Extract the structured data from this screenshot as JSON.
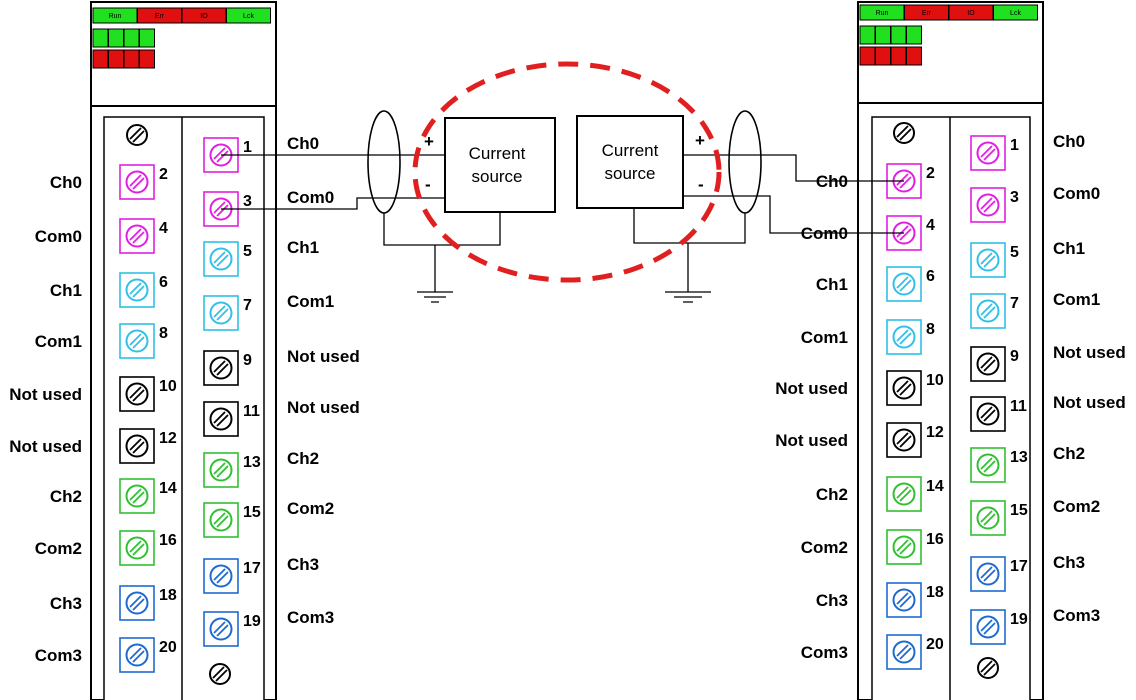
{
  "colors": {
    "ch0": "#e020e0",
    "ch1": "#30c0e8",
    "unused": "#000000",
    "ch2": "#30c030",
    "ch3": "#1e6ad0",
    "led_green": "#20e020",
    "led_red": "#e01010",
    "highlight": "#e02020"
  },
  "icons": [
    "screw-terminal-icon",
    "ground-symbol-icon",
    "shield-ellipse-icon"
  ],
  "module_left": {
    "leds": [
      "Run",
      "Err",
      "IO",
      "Lck"
    ],
    "inner_column": [
      {
        "num": "2",
        "label": "Ch0",
        "color": "ch0"
      },
      {
        "num": "4",
        "label": "Com0",
        "color": "ch0"
      },
      {
        "num": "6",
        "label": "Ch1",
        "color": "ch1"
      },
      {
        "num": "8",
        "label": "Com1",
        "color": "ch1"
      },
      {
        "num": "10",
        "label": "Not used",
        "color": "unused"
      },
      {
        "num": "12",
        "label": "Not used",
        "color": "unused"
      },
      {
        "num": "14",
        "label": "Ch2",
        "color": "ch2"
      },
      {
        "num": "16",
        "label": "Com2",
        "color": "ch2"
      },
      {
        "num": "18",
        "label": "Ch3",
        "color": "ch3"
      },
      {
        "num": "20",
        "label": "Com3",
        "color": "ch3"
      }
    ],
    "outer_column": [
      {
        "num": "1",
        "label": "Ch0",
        "color": "ch0"
      },
      {
        "num": "3",
        "label": "Com0",
        "color": "ch0"
      },
      {
        "num": "5",
        "label": "Ch1",
        "color": "ch1"
      },
      {
        "num": "7",
        "label": "Com1",
        "color": "ch1"
      },
      {
        "num": "9",
        "label": "Not used",
        "color": "unused"
      },
      {
        "num": "11",
        "label": "Not used",
        "color": "unused"
      },
      {
        "num": "13",
        "label": "Ch2",
        "color": "ch2"
      },
      {
        "num": "15",
        "label": "Com2",
        "color": "ch2"
      },
      {
        "num": "17",
        "label": "Ch3",
        "color": "ch3"
      },
      {
        "num": "19",
        "label": "Com3",
        "color": "ch3"
      }
    ]
  },
  "module_right": {
    "leds": [
      "Run",
      "Err",
      "IO",
      "Lck"
    ],
    "inner_column": [
      {
        "num": "2",
        "label": "Ch0",
        "color": "ch0"
      },
      {
        "num": "4",
        "label": "Com0",
        "color": "ch0"
      },
      {
        "num": "6",
        "label": "Ch1",
        "color": "ch1"
      },
      {
        "num": "8",
        "label": "Com1",
        "color": "ch1"
      },
      {
        "num": "10",
        "label": "Not used",
        "color": "unused"
      },
      {
        "num": "12",
        "label": "Not used",
        "color": "unused"
      },
      {
        "num": "14",
        "label": "Ch2",
        "color": "ch2"
      },
      {
        "num": "16",
        "label": "Com2",
        "color": "ch2"
      },
      {
        "num": "18",
        "label": "Ch3",
        "color": "ch3"
      },
      {
        "num": "20",
        "label": "Com3",
        "color": "ch3"
      }
    ],
    "outer_column": [
      {
        "num": "1",
        "label": "Ch0",
        "color": "ch0"
      },
      {
        "num": "3",
        "label": "Com0",
        "color": "ch0"
      },
      {
        "num": "5",
        "label": "Ch1",
        "color": "ch1"
      },
      {
        "num": "7",
        "label": "Com1",
        "color": "ch1"
      },
      {
        "num": "9",
        "label": "Not used",
        "color": "unused"
      },
      {
        "num": "11",
        "label": "Not used",
        "color": "unused"
      },
      {
        "num": "13",
        "label": "Ch2",
        "color": "ch2"
      },
      {
        "num": "15",
        "label": "Com2",
        "color": "ch2"
      },
      {
        "num": "17",
        "label": "Ch3",
        "color": "ch3"
      },
      {
        "num": "19",
        "label": "Com3",
        "color": "ch3"
      }
    ]
  },
  "sources": {
    "left": {
      "line1": "Current",
      "line2": "source",
      "plus": "+",
      "minus": "-"
    },
    "right": {
      "line1": "Current",
      "line2": "source",
      "plus": "+",
      "minus": "-"
    }
  }
}
